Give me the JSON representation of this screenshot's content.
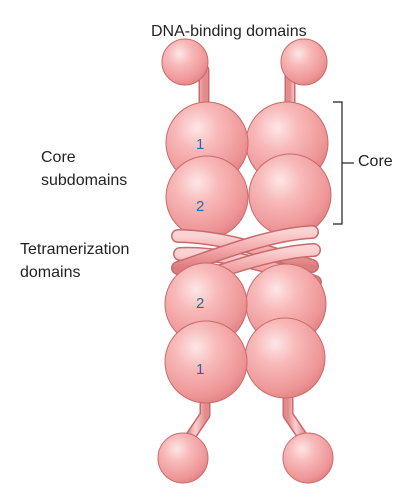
{
  "labels": {
    "title": "DNA-binding domains",
    "core_subdomains_line1": "Core",
    "core_subdomains_line2": "subdomains",
    "tetramerization_line1": "Tetramerization",
    "tetramerization_line2": "domains",
    "core": "Core"
  },
  "subdomain_numbers": {
    "top_1": "1",
    "top_2": "2",
    "bottom_2": "2",
    "bottom_1": "1"
  },
  "colors": {
    "sphere_light": "#fbd2d2",
    "sphere_mid": "#f4a3a3",
    "sphere_dark": "#e07a7c",
    "outline": "#c96a6d",
    "number_text": "#2b6d8f"
  }
}
